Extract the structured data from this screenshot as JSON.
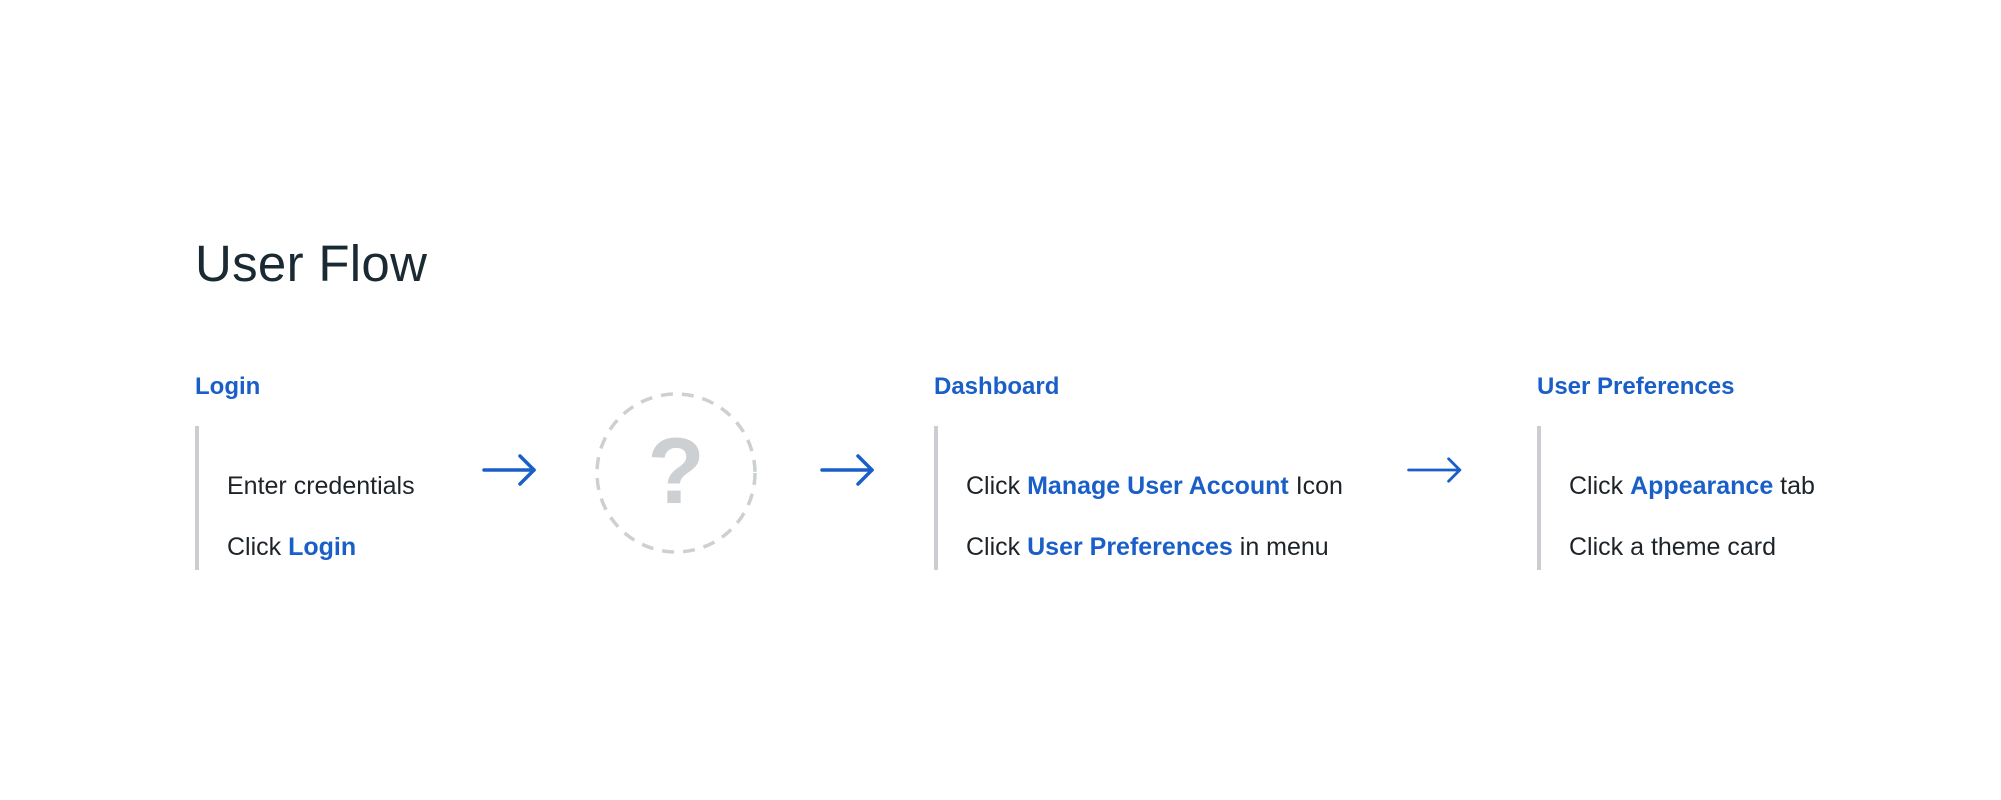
{
  "page_title": "User Flow",
  "colors": {
    "accent": "#1a5fc8",
    "text": "#1d2429",
    "divider": "#cbcdd0",
    "placeholder": "#cdd0d3"
  },
  "steps": [
    {
      "title": "Login",
      "actions": [
        {
          "prefix": "Enter credentials",
          "highlight": "",
          "suffix": ""
        },
        {
          "prefix": "Click ",
          "highlight": "Login",
          "suffix": ""
        }
      ]
    },
    {
      "title": "Dashboard",
      "actions": [
        {
          "prefix": "Click ",
          "highlight": "Manage User Account",
          "suffix": " Icon"
        },
        {
          "prefix": "Click ",
          "highlight": "User Preferences",
          "suffix": " in menu"
        }
      ]
    },
    {
      "title": "User Preferences",
      "actions": [
        {
          "prefix": "Click ",
          "highlight": "Appearance",
          "suffix": " tab"
        },
        {
          "prefix": "Click a theme card",
          "highlight": "",
          "suffix": ""
        }
      ]
    }
  ],
  "unknown_step": {
    "symbol": "?",
    "icon": "question-mark-icon"
  },
  "connectors": [
    "arrow-right-icon",
    "arrow-right-icon",
    "arrow-right-icon"
  ]
}
